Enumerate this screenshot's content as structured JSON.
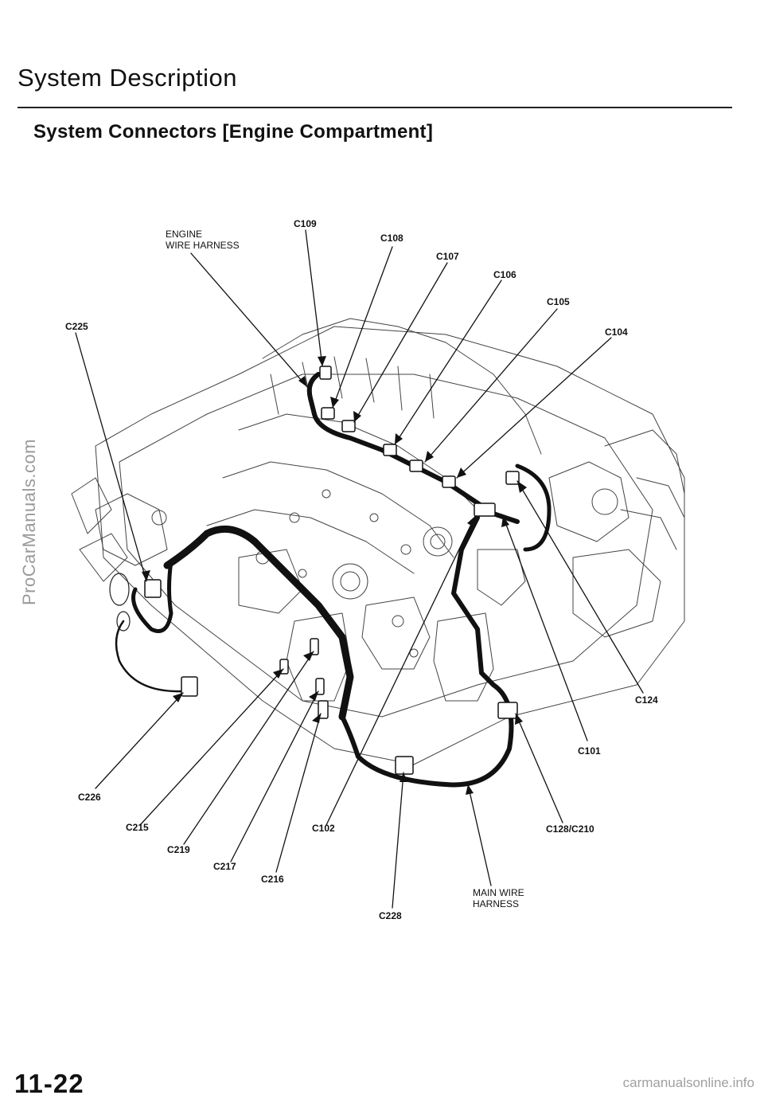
{
  "header": {
    "section_title": "System Description",
    "subtitle": "System Connectors [Engine Compartment]"
  },
  "watermark": "ProCarManuals.com",
  "diagram": {
    "callouts": {
      "engine_wire_harness": [
        "ENGINE",
        "WIRE HARNESS"
      ],
      "main_wire_harness": [
        "MAIN WIRE",
        "HARNESS"
      ]
    },
    "connectors": {
      "c109": "C109",
      "c108": "C108",
      "c107": "C107",
      "c106": "C106",
      "c105": "C105",
      "c104": "C104",
      "c225": "C225",
      "c124": "C124",
      "c101": "C101",
      "c226": "C226",
      "c215": "C215",
      "c102": "C102",
      "c128_c210": "C128/C210",
      "c219": "C219",
      "c217": "C217",
      "c216": "C216",
      "c228": "C228"
    }
  },
  "footer": {
    "page_number": "11-22",
    "url": "carmanualsonline.info"
  }
}
